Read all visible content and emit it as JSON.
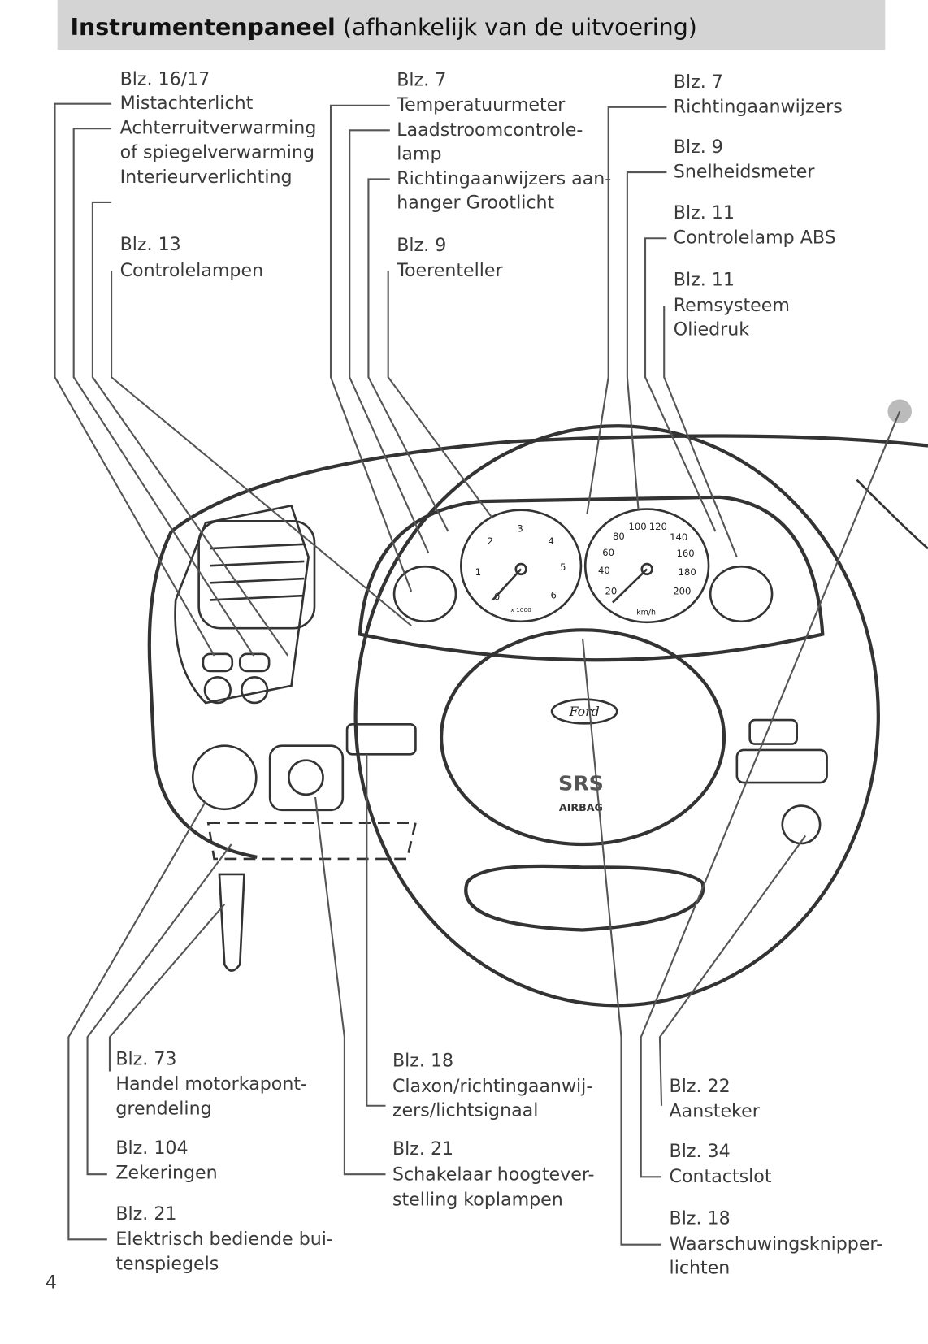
{
  "header": {
    "title_bold": "Instrumentenpaneel",
    "title_rest": "(afhankelijk van de uitvoering)"
  },
  "top_labels": {
    "col1": [
      "Blz. 16/17",
      "Mistachterlicht",
      "Achterruitverwarming",
      "of spiegelverwarming",
      "Interieurverlichting",
      "Blz. 13",
      "Controlelampen"
    ],
    "col2": [
      "Blz. 7",
      "Temperatuurmeter",
      "Laadstroomcontrole-",
      "lamp",
      "Richtingaanwijzers aan-",
      "hanger Grootlicht",
      "Blz. 9",
      "Toerenteller"
    ],
    "col3": [
      "Blz. 7",
      "Richtingaanwijzers",
      "Blz. 9",
      "Snelheidsmeter",
      "Blz. 11",
      "Controlelamp ABS",
      "Blz. 11",
      "Remsysteem",
      "Oliedruk"
    ]
  },
  "bottom_labels": {
    "col1": [
      "Blz. 73",
      "Handel motorkapont-",
      "grendeling",
      "Blz. 104",
      "Zekeringen",
      "Blz. 21",
      "Elektrisch bediende bui-",
      "tenspiegels"
    ],
    "col2": [
      "Blz. 18",
      "Claxon/richtingaanwij-",
      "zers/lichtsignaal",
      "Blz. 21",
      "Schakelaar hoogtever-",
      "stelling koplampen"
    ],
    "col3": [
      "Blz. 22",
      "Aansteker",
      "Blz. 34",
      "Contactslot",
      "Blz. 18",
      "Waarschuwingsknipper-",
      "lichten"
    ]
  },
  "diagram": {
    "tach_numbers": [
      "0",
      "1",
      "2",
      "3",
      "4",
      "5",
      "6"
    ],
    "tach_unit": "x 1000",
    "speed_numbers": [
      "20",
      "40",
      "60",
      "80",
      "100",
      "120",
      "140",
      "160",
      "180",
      "200"
    ],
    "speed_unit": "km/h",
    "brand": "Ford",
    "airbag_1": "SRS",
    "airbag_2": "AIRBAG"
  },
  "page_number": "4"
}
